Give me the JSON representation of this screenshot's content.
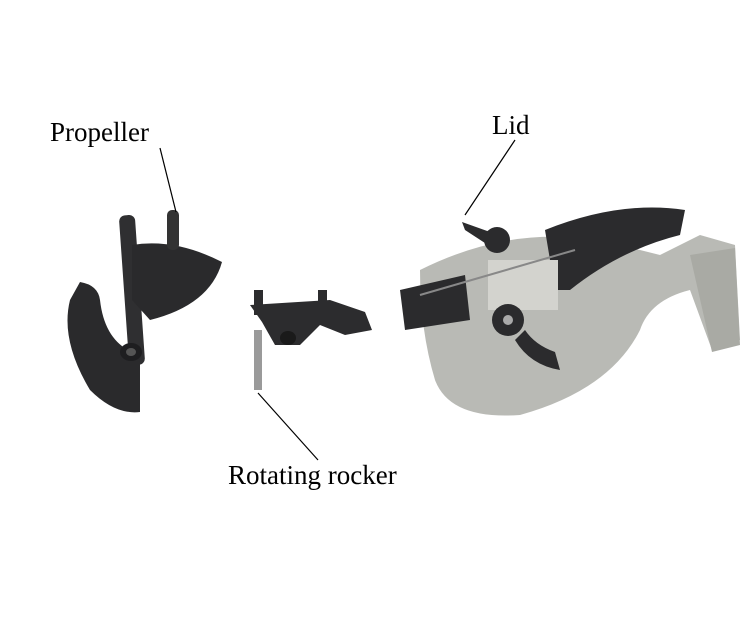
{
  "labels": {
    "propeller": "Propeller",
    "lid": "Lid",
    "rotating_rocker": "Rotating rocker"
  },
  "colors": {
    "part_dark": "#2b2b2d",
    "lid_gray": "#b9bab5",
    "background": "#ffffff"
  }
}
